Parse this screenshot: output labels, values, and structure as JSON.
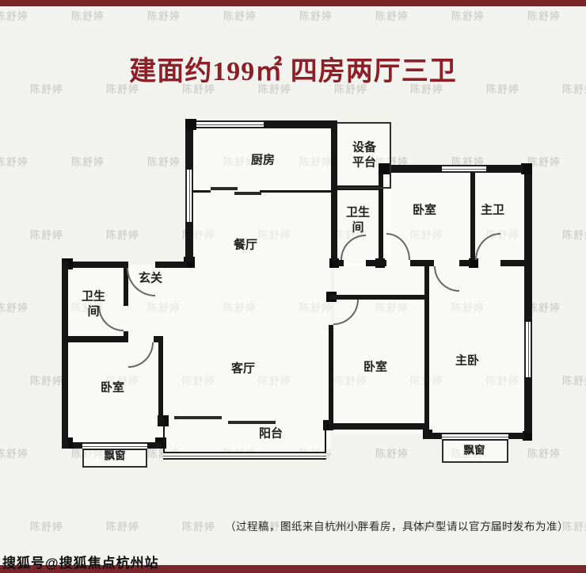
{
  "page": {
    "title": "建面约199㎡ 四房两厅三卫",
    "disclaimer": "（过程稿，图纸来自杭州小胖看房，具体户型请以官方届时发布为准）",
    "credit": "搜狐号@搜狐焦点杭州站",
    "watermark": "陈舒婷",
    "colors": {
      "title_red": "#8e1f26",
      "banner_red": "#7a262b",
      "wall_black": "#161616",
      "background": "#f2f2ee",
      "watermark_gray": "#c6c6c2"
    }
  },
  "floorplan": {
    "rooms": [
      {
        "id": "kitchen",
        "label": "厨房"
      },
      {
        "id": "equipment-platform",
        "label": "设备平台"
      },
      {
        "id": "bathroom-2",
        "label": "卫生间"
      },
      {
        "id": "bedroom-2",
        "label": "卧室"
      },
      {
        "id": "master-bathroom",
        "label": "主卫"
      },
      {
        "id": "dining-room",
        "label": "餐厅"
      },
      {
        "id": "foyer",
        "label": "玄关"
      },
      {
        "id": "bathroom-1",
        "label": "卫生间"
      },
      {
        "id": "bedroom-3",
        "label": "卧室"
      },
      {
        "id": "living-room",
        "label": "客厅"
      },
      {
        "id": "bedroom-1",
        "label": "卧室"
      },
      {
        "id": "master-bedroom",
        "label": "主卧"
      },
      {
        "id": "balcony",
        "label": "阳台"
      },
      {
        "id": "bay-window-left",
        "label": "飘窗"
      },
      {
        "id": "bay-window-right",
        "label": "飘窗"
      }
    ]
  }
}
